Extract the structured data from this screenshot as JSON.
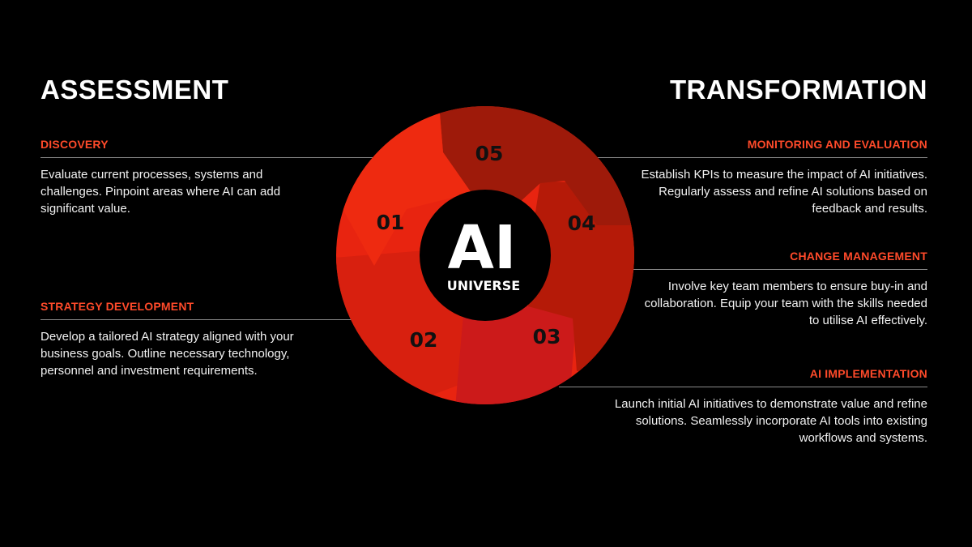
{
  "left_title": "ASSESSMENT",
  "right_title": "TRANSFORMATION",
  "center": {
    "main": "AI",
    "sub": "UNIVERSE"
  },
  "segments": [
    {
      "number": "01",
      "color": "#ee2a10"
    },
    {
      "number": "02",
      "color": "#d8200f"
    },
    {
      "number": "03",
      "color": "#cc1a1a"
    },
    {
      "number": "04",
      "color": "#b51a08"
    },
    {
      "number": "05",
      "color": "#9e1a0a"
    }
  ],
  "sections": {
    "discovery": {
      "heading": "DISCOVERY",
      "text": "Evaluate current processes, systems and challenges. Pinpoint areas where AI can add significant value."
    },
    "strategy": {
      "heading": "STRATEGY DEVELOPMENT",
      "text": "Develop a tailored AI strategy aligned with your business goals. Outline necessary technology, personnel and investment requirements."
    },
    "monitoring": {
      "heading": "MONITORING AND EVALUATION",
      "text": "Establish KPIs to measure the impact of AI initiatives. Regularly assess and refine AI solutions based on feedback and results."
    },
    "change": {
      "heading": "CHANGE MANAGEMENT",
      "text": "Involve key team members to ensure buy-in and collaboration. Equip your team with the skills needed to utilise AI effectively."
    },
    "implementation": {
      "heading": "AI IMPLEMENTATION",
      "text": "Launch initial AI initiatives to demonstrate value and refine solutions. Seamlessly incorporate AI tools into existing workflows and systems."
    }
  },
  "colors": {
    "accent": "#ff4a2a",
    "background": "#000000"
  }
}
